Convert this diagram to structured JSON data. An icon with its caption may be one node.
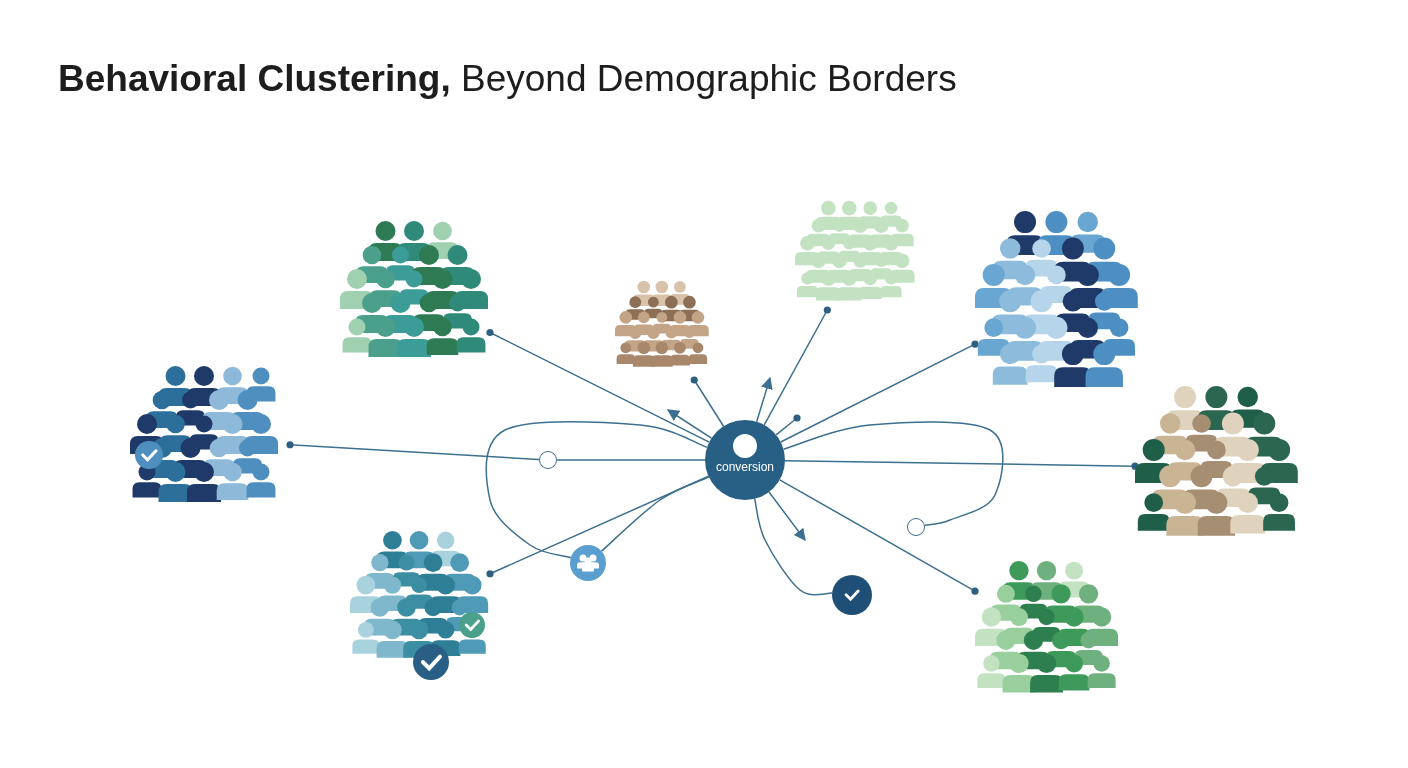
{
  "diagram": {
    "title": "**Behavioral Clustering,** Beyond Demographic Borders",
    "nodes": [
      {
        "text": [
          "conversion"
        ]
      },
      {
        "text": [],
        "shape": "picture"
      },
      {
        "text": [],
        "shape": "picture"
      },
      {
        "text": [],
        "shape": "picture"
      },
      {
        "text": [],
        "shape": "picture"
      },
      {
        "text": [],
        "shape": "picture"
      },
      {
        "text": [],
        "shape": "picture"
      },
      {
        "text": [],
        "shape": "picture"
      },
      {
        "text": [],
        "shape": "picture"
      },
      {
        "text": [],
        "shape": "circle"
      },
      {
        "text": [],
        "shape": "circle"
      },
      {
        "text": [],
        "shape": "circle"
      },
      {
        "text": [],
        "shape": "circle"
      }
    ],
    "edges": [
      {
        "from": 9,
        "to": 1,
        "arrow": "other"
      },
      {
        "from": 0,
        "to": 9,
        "arrow": "none"
      },
      {
        "from": 0,
        "to": 2,
        "arrow": "other"
      },
      {
        "from": 0,
        "to": 3,
        "arrow": "other"
      },
      {
        "from": 0,
        "to": 4,
        "arrow": "other"
      },
      {
        "from": 0,
        "to": 5,
        "arrow": "other"
      },
      {
        "from": 0,
        "to": 6,
        "arrow": "other"
      },
      {
        "from": 0,
        "to": 7,
        "arrow": "other"
      },
      {
        "from": 0,
        "to": 8,
        "arrow": "other"
      },
      {
        "from": 0,
        "to": null,
        "arrow": "to"
      },
      {
        "from": 0,
        "to": null,
        "arrow": "to"
      },
      {
        "from": 0,
        "to": null,
        "arrow": "other"
      },
      {
        "from": 0,
        "to": null,
        "arrow": "to"
      },
      {
        "from": 0,
        "to": 10,
        "arrow": "none"
      },
      {
        "from": 0,
        "to": 10,
        "arrow": "none"
      },
      {
        "from": 0,
        "to": 11,
        "arrow": "none"
      },
      {
        "from": 0,
        "to": 12,
        "arrow": "none"
      }
    ]
  }
}
